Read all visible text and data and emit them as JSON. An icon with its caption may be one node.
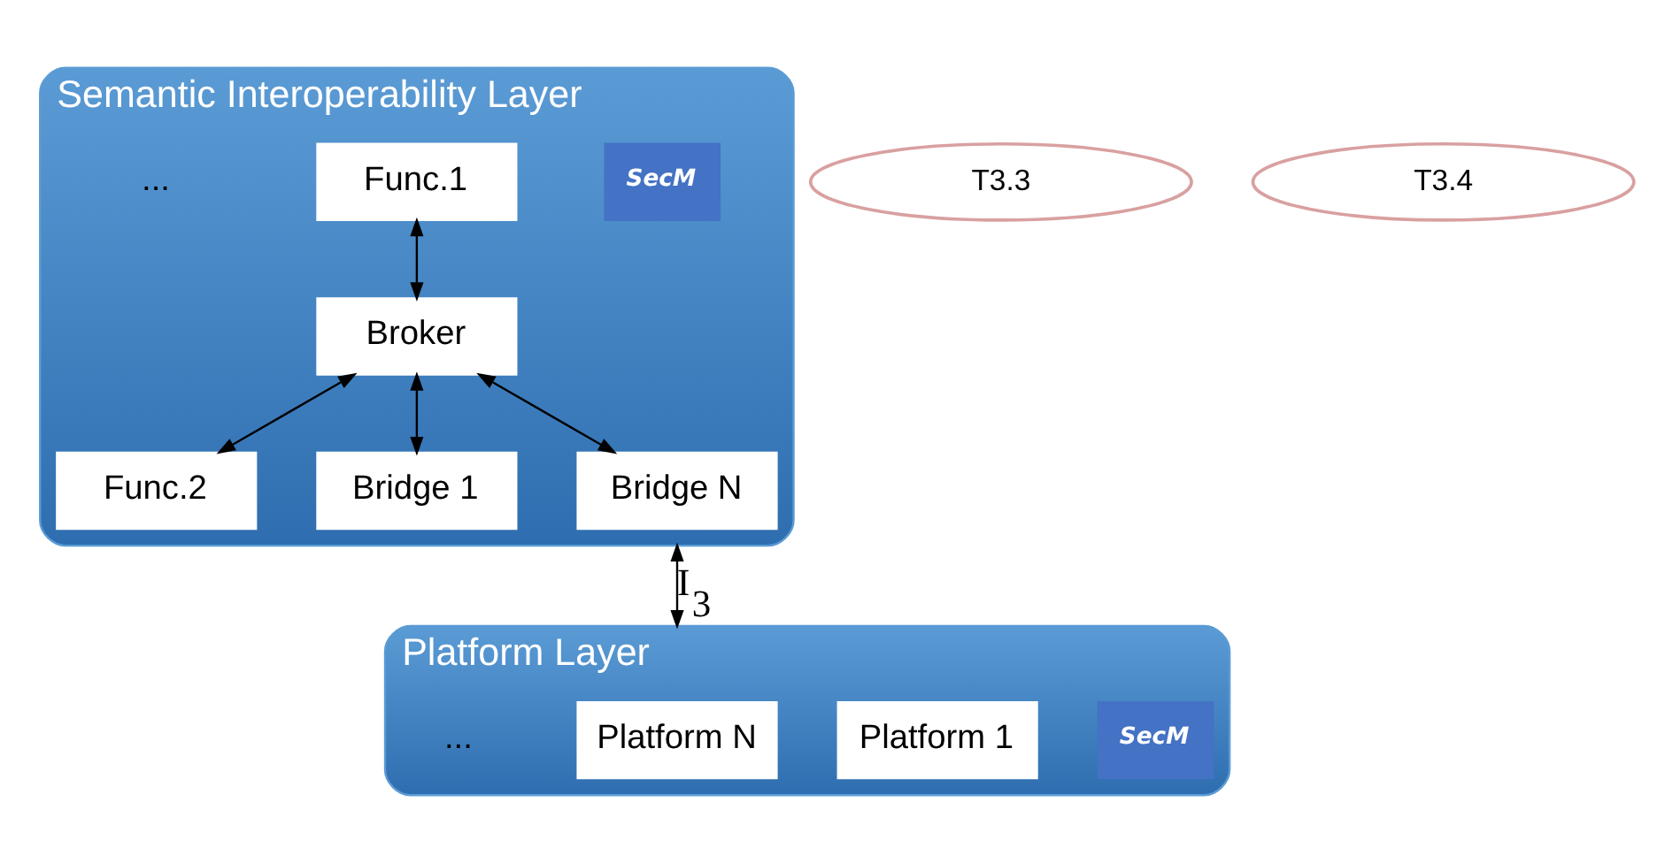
{
  "diagram": {
    "nodes": [
      {
        "text": [
          "Semantic Interoperability Layer"
        ]
      },
      {
        "text": [
          "SecM"
        ],
        "in": 0
      },
      {
        "text": [
          "Func.1"
        ],
        "in": 0
      },
      {
        "text": [
          "Broker"
        ],
        "in": 0
      },
      {
        "text": [
          "Func.2"
        ],
        "in": 0
      },
      {
        "text": [
          "Bridge 1"
        ],
        "in": 0
      },
      {
        "text": [
          "Bridge N"
        ],
        "in": 0
      },
      {
        "text": [
          "T3.3"
        ]
      },
      {
        "text": [
          "T3.4"
        ]
      },
      {
        "text": [
          "Platform Layer"
        ]
      },
      {
        "text": [
          "SecM"
        ],
        "in": 9
      },
      {
        "text": [
          "Platform 1"
        ],
        "in": 9
      },
      {
        "text": [
          "Platform N"
        ],
        "in": 9
      }
    ],
    "edges": [
      {
        "from": 2,
        "to": 3,
        "arrow": "both"
      },
      {
        "from": 3,
        "to": 4,
        "arrow": "both"
      },
      {
        "from": 3,
        "to": 5,
        "arrow": "both"
      },
      {
        "from": 3,
        "to": 6,
        "arrow": "both"
      },
      {
        "from": 0,
        "to": 9,
        "arrow": "both",
        "label": "I$_{3}$"
      }
    ],
    "labels": [
      "...",
      "..."
    ]
  }
}
